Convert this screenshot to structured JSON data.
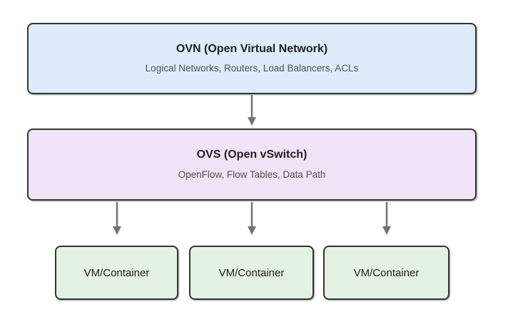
{
  "diagram": {
    "type": "layered-architecture",
    "ovn": {
      "title": "OVN (Open Virtual Network)",
      "subtitle": "Logical Networks, Routers, Load Balancers, ACLs"
    },
    "ovs": {
      "title": "OVS (Open vSwitch)",
      "subtitle": "OpenFlow, Flow Tables, Data Path"
    },
    "vms": [
      {
        "label": "VM/Container"
      },
      {
        "label": "VM/Container"
      },
      {
        "label": "VM/Container"
      }
    ],
    "edges": [
      {
        "from": "ovn",
        "to": "ovs"
      },
      {
        "from": "ovs",
        "to": "vm-1"
      },
      {
        "from": "ovs",
        "to": "vm-2"
      },
      {
        "from": "ovs",
        "to": "vm-3"
      }
    ],
    "colors": {
      "ovn_fill": "#ddebfa",
      "ovs_fill": "#f0e4f7",
      "vm_fill": "#e4f2e4",
      "node_border": "#333333",
      "arrow": "#737373",
      "title_text": "#212121",
      "subtitle_text": "#525252",
      "canvas_bg": "#ffffff"
    }
  }
}
